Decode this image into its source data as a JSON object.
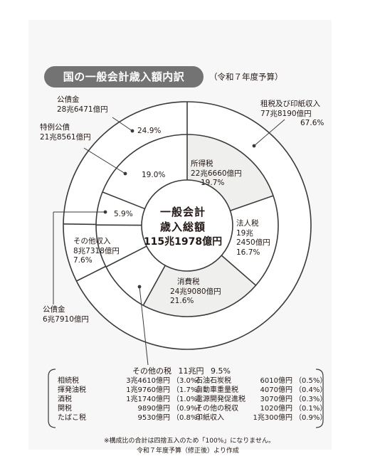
{
  "title": "国の一般会計歳入額内訳",
  "subtitle": "（令和７年度予算）",
  "colors": {
    "shaded": "#efefee",
    "line": "#3a3a3a",
    "pill": "#737373",
    "panel": "#f7f7f7"
  },
  "center": {
    "line1": "一般会計",
    "line2": "歳入総額",
    "line3": "115兆1978億円"
  },
  "labels": {
    "sozei": [
      "租税及び印紙収入",
      "77兆8190億円",
      "67.6%"
    ],
    "kosai": [
      "公債金",
      "28兆6471億円"
    ],
    "tokurei": [
      "特例公債",
      "21兆8561億円"
    ],
    "kensetsu": [
      "公債金",
      "6兆7910億円"
    ],
    "sonota_shunyu": [
      "その他収入",
      "8兆7318億円",
      "7.6%"
    ],
    "shotoku": [
      "所得税",
      "22兆6660億円",
      "19.7%"
    ],
    "hojin": [
      "法人税",
      "19兆",
      "2450億円",
      "16.7%"
    ],
    "shohi": [
      "消費税",
      "24兆9080億円",
      "21.6%"
    ]
  },
  "pcts": {
    "kosai_total": "24.9%",
    "tokurei": "19.0%",
    "kensetsu": "5.9%"
  },
  "other_tax": {
    "label": "その他の税",
    "amount": "11兆円",
    "pct": "9.5%"
  },
  "other_tax_table": {
    "left": [
      [
        "相続税",
        "3兆4610億円",
        "（3.0%）"
      ],
      [
        "揮発油税",
        "1兆9760億円",
        "（1.7%）"
      ],
      [
        "酒税",
        "1兆1740億円",
        "（1.0%）"
      ],
      [
        "関税",
        "9890億円",
        "（0.9%）"
      ],
      [
        "たばこ税",
        "9530億円",
        "（0.8%）"
      ]
    ],
    "right": [
      [
        "石油石炭税",
        "6010億円",
        "（0.5%）"
      ],
      [
        "自動車重量税",
        "4070億円",
        "（0.4%）"
      ],
      [
        "電源開発促進税",
        "3070億円",
        "（0.3%）"
      ],
      [
        "その他の税収",
        "1020億円",
        "（0.1%）"
      ],
      [
        "印紙収入",
        "1兆300億円",
        "（0.9%）"
      ]
    ]
  },
  "notes": {
    "line1": "※構成比の合計は四捨五入のため「100%」になりません。",
    "line2": "令和７年度予算（修正後）より作成"
  },
  "chart_data": {
    "type": "pie",
    "title": "国の一般会計歳入額内訳",
    "total": "115兆1978億円",
    "outer_ring": [
      {
        "name": "租税及び印紙収入",
        "value": 67.6,
        "amount": "77兆8190億円"
      },
      {
        "name": "その他収入",
        "value": 7.6,
        "amount": "8兆7318億円"
      },
      {
        "name": "公債金",
        "value": 24.9,
        "amount": "28兆6471億円"
      }
    ],
    "inner_ring": [
      {
        "name": "所得税",
        "value": 19.7,
        "amount": "22兆6660億円",
        "shaded": true
      },
      {
        "name": "法人税",
        "value": 16.7,
        "amount": "19兆2450億円",
        "shaded": false
      },
      {
        "name": "消費税",
        "value": 21.6,
        "amount": "24兆9080億円",
        "shaded": true
      },
      {
        "name": "その他の税",
        "value": 9.5,
        "amount": "11兆円",
        "shaded": false
      },
      {
        "name": "その他収入",
        "value": 7.6,
        "amount": "8兆7318億円",
        "shaded": false
      },
      {
        "name": "公債金",
        "value": 5.9,
        "amount": "6兆7910億円",
        "shaded": false
      },
      {
        "name": "特例公債",
        "value": 19.0,
        "amount": "21兆8561億円",
        "shaded": false
      }
    ]
  }
}
